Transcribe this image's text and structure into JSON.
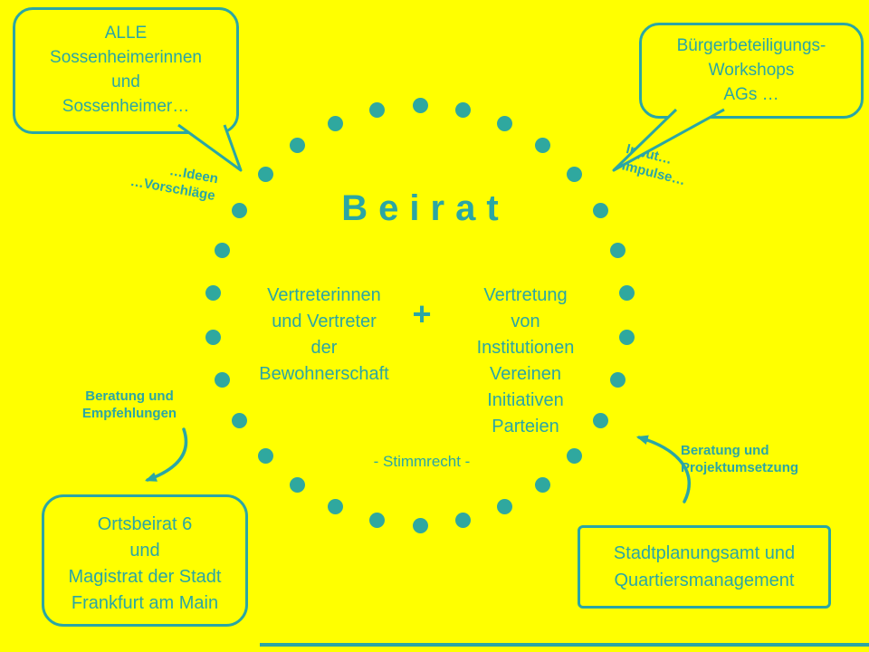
{
  "colors": {
    "background": "#ffff00",
    "teal": "#2ba6a4",
    "dot": "#2fa89f"
  },
  "circle": {
    "title": "Beirat",
    "left_group": "Vertreterinnen\nund Vertreter\nder\nBewohnerschaft",
    "plus": "+",
    "right_group": "Vertretung\nvon\nInstitutionen\nVereinen\nInitiativen\nParteien",
    "voting_note": "- Stimmrecht -"
  },
  "bubbles": {
    "top_left": "ALLE\nSossenheimerinnen\nund\nSossenheimer…",
    "top_right": "Bürgerbeteiligungs-\nWorkshops\nAGs …"
  },
  "boxes": {
    "bottom_left": "Ortsbeirat 6\nund\nMagistrat der Stadt\nFrankfurt am Main",
    "bottom_right": "Stadtplanungsamt und\nQuartiersmanagement"
  },
  "labels": {
    "ideas": "…Ideen\n…Vorschläge",
    "input": "Input…\nImpulse…",
    "advice_left": "Beratung und\nEmpfehlungen",
    "advice_right": "Beratung und\nProjektumsetzung"
  }
}
